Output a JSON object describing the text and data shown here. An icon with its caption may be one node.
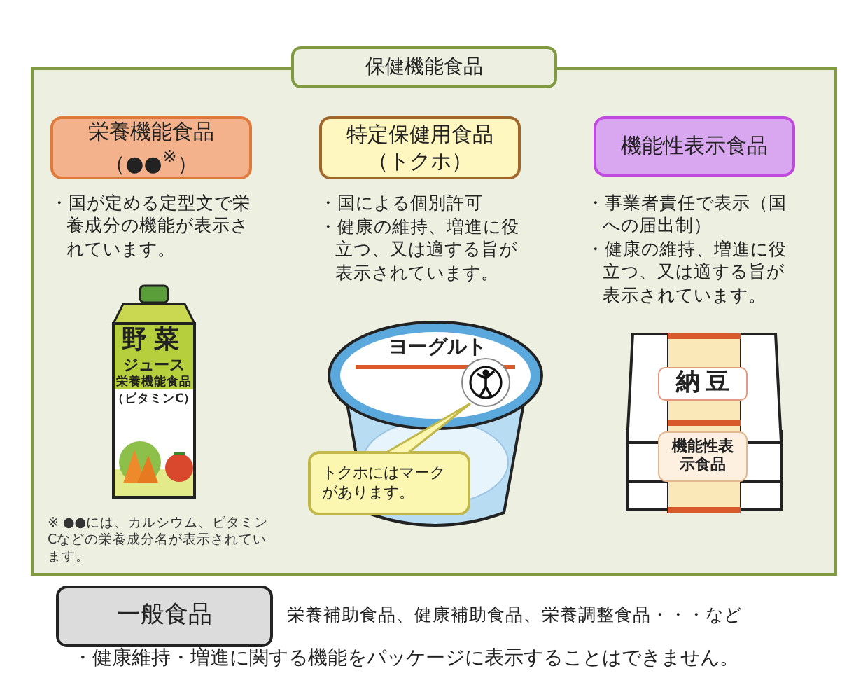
{
  "diagram": {
    "nodes": [
      {
        "text": [
          "保健機能食品"
        ]
      },
      {
        "text": [
          "栄養機能食品（●●$^{※}$）"
        ],
        "in": 0,
        "beside": [
          "・国が定める定型文で栄養成分の機能が表示されています。"
        ]
      },
      {
        "text": [
          "特定保健用食品（トクホ）"
        ],
        "in": 0,
        "beside": [
          "・国による個別許可",
          "・健康の維持、増進に役立つ、又は適する旨が表示されています。"
        ]
      },
      {
        "text": [
          "機能性表示食品"
        ],
        "in": 0,
        "beside": [
          "・事業者責任で表示（国への届出制）",
          "・健康の維持、増進に役立つ、又は適する旨が表示されています。"
        ]
      },
      {
        "text": [
          "トクホにはマークがあります。"
        ],
        "in": 0
      },
      {
        "text": [],
        "shape": "picture",
        "in": 0
      },
      {
        "text": [
          "一般食品"
        ],
        "beside": [
          "栄養補助食品、健康補助食品、栄養調整食品・・・など"
        ]
      }
    ],
    "edges": [
      {
        "from": 4,
        "to": 5,
        "arrow": "none"
      }
    ],
    "labels": [
      "野菜",
      "ジュース",
      "栄養機能食品",
      "（ビタミンC）",
      "※ ●●には、カルシウム、ビタミンCなどの栄養成分名が表示されています。",
      "ヨーグルト",
      "納豆",
      "機能性表示食品",
      "・健康維持・増進に関する機能をパッケージに表示することはできません。"
    ]
  }
}
